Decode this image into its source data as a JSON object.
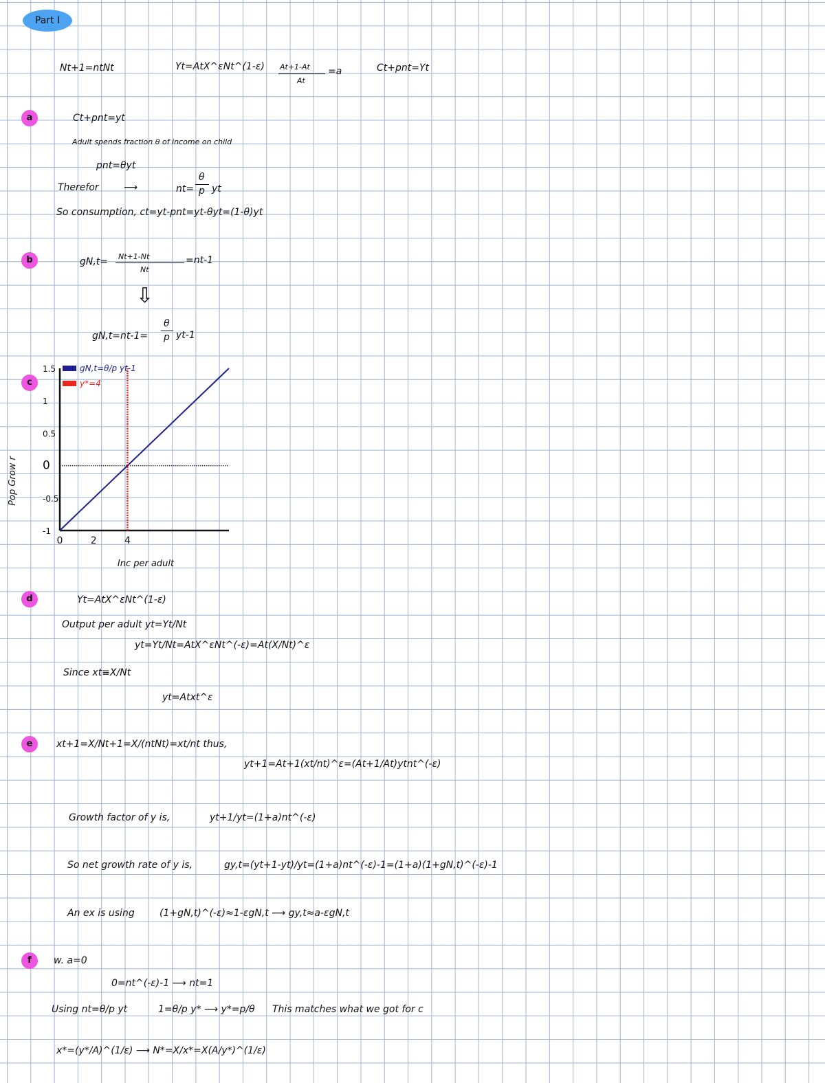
{
  "header": {
    "part_label": "Part I"
  },
  "given": {
    "eq1": "Nt+1=ntNt",
    "eq2": "Yt=AtX^εNt^(1-ε)",
    "eq3_num": "At+1-At",
    "eq3_den": "At",
    "eq3_rhs": "=a",
    "eq4": "Ct+pnt=Yt"
  },
  "part_a": {
    "marker": "a",
    "line1": "Ct+pnt=yt",
    "line2": "Adult spends fraction θ of income on child",
    "line3": "pnt=θyt",
    "line4_label": "Therefor",
    "line4_arrow": "⟶",
    "line4_lhs": "nt=",
    "line4_num": "θ",
    "line4_den": "p",
    "line4_rhs": "yt",
    "line5": "So consumption, ct=yt-pnt=yt-θyt=(1-θ)yt"
  },
  "part_b": {
    "marker": "b",
    "line1_lhs": "gN,t=",
    "line1_num": "Nt+1-Nt",
    "line1_den": "Nt",
    "line1_rhs": "=nt-1",
    "arrow": "⇩",
    "line2_lhs": "gN,t=nt-1=",
    "line2_num": "θ",
    "line2_den": "p",
    "line2_rhs": "yt-1"
  },
  "part_c": {
    "marker": "c",
    "chart_data": {
      "type": "line",
      "xlabel": "Inc per adult",
      "ylabel": "Pop Grow r",
      "x_ticks": [
        "0",
        "2",
        "4"
      ],
      "y_ticks": [
        "1.5",
        "1",
        "0.5",
        "0",
        "-0.5",
        "-1"
      ],
      "xlim": [
        0,
        10
      ],
      "ylim": [
        -1,
        1.5
      ],
      "series": [
        {
          "name": "gN,t=θ/p yt-1",
          "color": "#1f1f8f",
          "x": [
            0,
            10
          ],
          "y": [
            -1,
            1.5
          ]
        },
        {
          "name": "y*=4",
          "color": "#e8281e",
          "x": [
            4,
            4
          ],
          "y": [
            -1,
            1.5
          ]
        }
      ],
      "zero_line": {
        "y": 0,
        "color": "#333333"
      }
    }
  },
  "part_d": {
    "marker": "d",
    "line1": "Yt=AtX^εNt^(1-ε)",
    "line2": "Output per adult yt=Yt/Nt",
    "line3": "yt=Yt/Nt=AtX^εNt^(-ε)=At(X/Nt)^ε",
    "line4": "Since xt≡X/Nt",
    "line5": "yt=Atxt^ε"
  },
  "part_e": {
    "marker": "e",
    "line1": "xt+1=X/Nt+1=X/(ntNt)=xt/nt thus,",
    "line2": "yt+1=At+1(xt/nt)^ε=(At+1/At)ytnt^(-ε)",
    "line3_label": "Growth factor of y is,",
    "line3_eq": "yt+1/yt=(1+a)nt^(-ε)",
    "line4_label": "So net growth rate of y is,",
    "line4_eq": "gy,t=(yt+1-yt)/yt=(1+a)nt^(-ε)-1=(1+a)(1+gN,t)^(-ε)-1",
    "line5_label": "An ex is using",
    "line5_eq": "(1+gN,t)^(-ε)≈1-εgN,t ⟶ gy,t≈a-εgN,t"
  },
  "part_f": {
    "marker": "f",
    "line1": "w. a=0",
    "line2": "0=nt^(-ε)-1 ⟶ nt=1",
    "line3_label": "Using nt=θ/p yt",
    "line3_eq": "1=θ/p y* ⟶ y*=p/θ",
    "line3_note": "This matches what we got for c",
    "line4": "x*=(y*/A)^(1/ε) ⟶ N*=X/x*=X(A/y*)^(1/ε)"
  }
}
